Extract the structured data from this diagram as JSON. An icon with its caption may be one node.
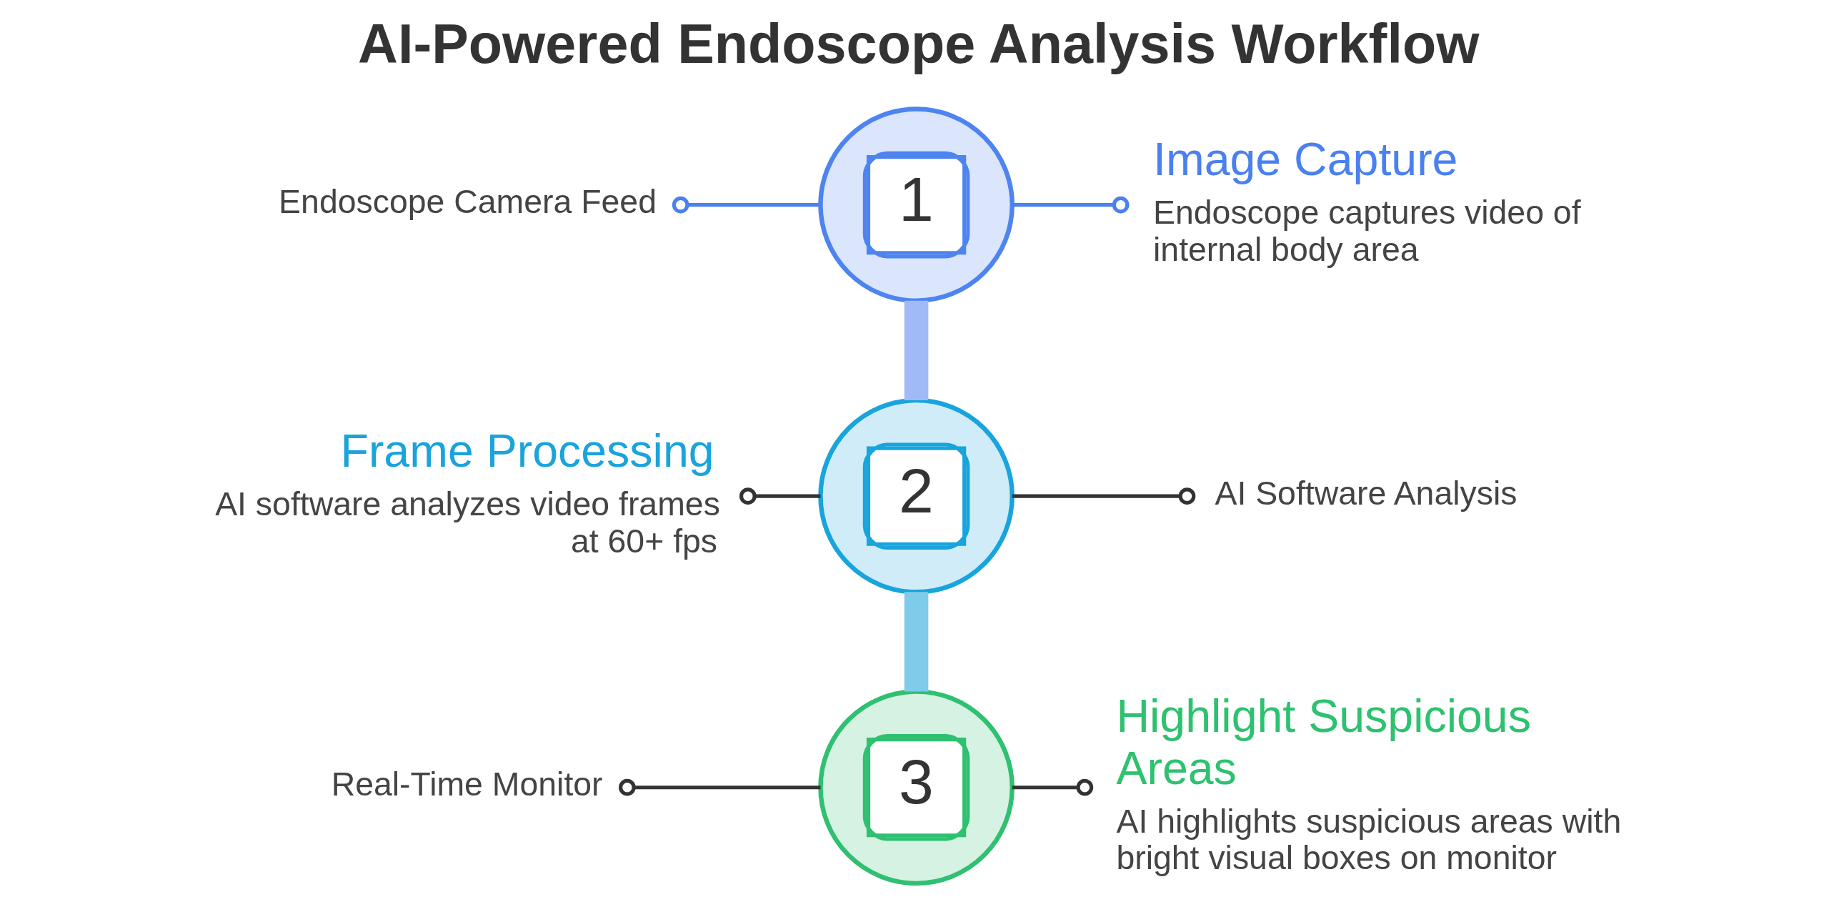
{
  "diagram": {
    "title": "AI-Powered Endoscope Analysis Workflow",
    "nodes": [
      {
        "text": [
          "Endoscope Camera Feed"
        ]
      },
      {
        "text": [
          "1"
        ]
      },
      {
        "text": [
          "Image Capture",
          "Endoscope captures video of internal body area"
        ]
      },
      {
        "text": [
          "Frame Processing",
          "AI software analyzes video frames at 60+ fps"
        ]
      },
      {
        "text": [
          "2"
        ]
      },
      {
        "text": [
          "AI Software Analysis"
        ]
      },
      {
        "text": [
          "Real-Time Monitor"
        ]
      },
      {
        "text": [
          "3"
        ]
      },
      {
        "text": [
          "Highlight Suspicious Areas",
          "AI highlights suspicious areas with bright visual boxes on monitor"
        ]
      }
    ],
    "edges": [
      {
        "from": 1,
        "to": 0,
        "arrow": "other",
        "color": "#4a80f0"
      },
      {
        "from": 1,
        "to": 2,
        "arrow": "other",
        "color": "#4a80f0"
      },
      {
        "from": 1,
        "to": 4,
        "arrow": "none",
        "style": "thick",
        "color": "#9fbaf6"
      },
      {
        "from": 4,
        "to": 3,
        "arrow": "other"
      },
      {
        "from": 4,
        "to": 5,
        "arrow": "other"
      },
      {
        "from": 4,
        "to": 7,
        "arrow": "none",
        "style": "thick",
        "color": "#7fcbea"
      },
      {
        "from": 7,
        "to": 6,
        "arrow": "other"
      },
      {
        "from": 7,
        "to": 8,
        "arrow": "other"
      }
    ]
  }
}
